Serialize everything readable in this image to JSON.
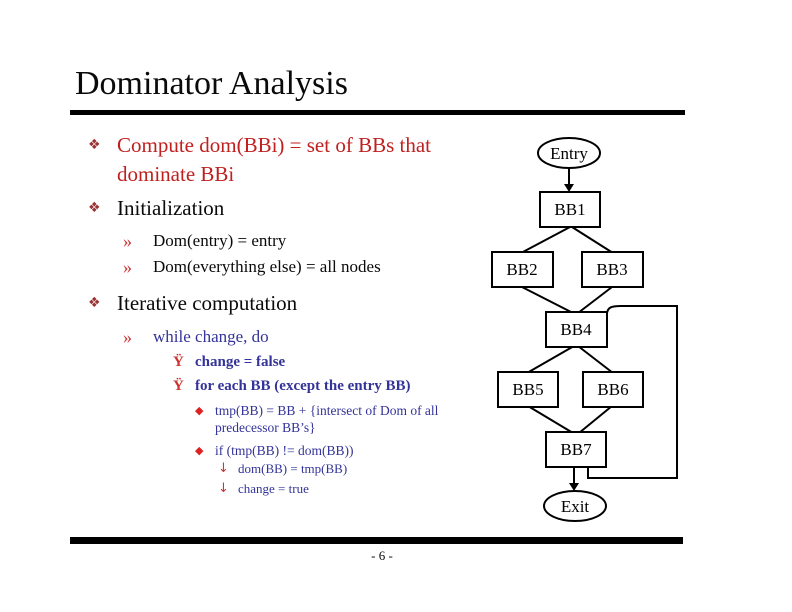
{
  "slide": {
    "title": "Dominator Analysis",
    "page_number": "- 6 -"
  },
  "outline": {
    "items": [
      {
        "bullet": "❖",
        "text": "Compute dom(BBi) = set of BBs that dominate BBi"
      },
      {
        "bullet": "❖",
        "text": "Initialization"
      },
      {
        "bullet": "»",
        "text": "Dom(entry) = entry"
      },
      {
        "bullet": "»",
        "text": "Dom(everything else) = all nodes"
      },
      {
        "bullet": "❖",
        "text": "Iterative computation"
      },
      {
        "bullet": "»",
        "text": "while change, do"
      },
      {
        "bullet": "Ÿ",
        "text": "change = false"
      },
      {
        "bullet": "Ÿ",
        "text": "for each BB (except the entry BB)"
      },
      {
        "bullet": "◆",
        "text": "tmp(BB) = BB + {intersect of Dom of all predecessor BB’s}"
      },
      {
        "bullet": "◆",
        "text": "if (tmp(BB) != dom(BB))"
      },
      {
        "bullet": "↓",
        "text": "dom(BB) = tmp(BB)"
      },
      {
        "bullet": "↓",
        "text": "change = true"
      }
    ]
  },
  "diagram": {
    "nodes": [
      {
        "id": "entry",
        "label": "Entry"
      },
      {
        "id": "bb1",
        "label": "BB1"
      },
      {
        "id": "bb2",
        "label": "BB2"
      },
      {
        "id": "bb3",
        "label": "BB3"
      },
      {
        "id": "bb4",
        "label": "BB4"
      },
      {
        "id": "bb5",
        "label": "BB5"
      },
      {
        "id": "bb6",
        "label": "BB6"
      },
      {
        "id": "bb7",
        "label": "BB7"
      },
      {
        "id": "exit",
        "label": "Exit"
      }
    ]
  },
  "colors": {
    "title_black": "#0a0a0a",
    "level1_red": "#c02020",
    "code_blue": "#333399",
    "bullet_dark_red": "#993333",
    "bullet_red": "#cc3333",
    "diamond_red": "#dd2222"
  }
}
